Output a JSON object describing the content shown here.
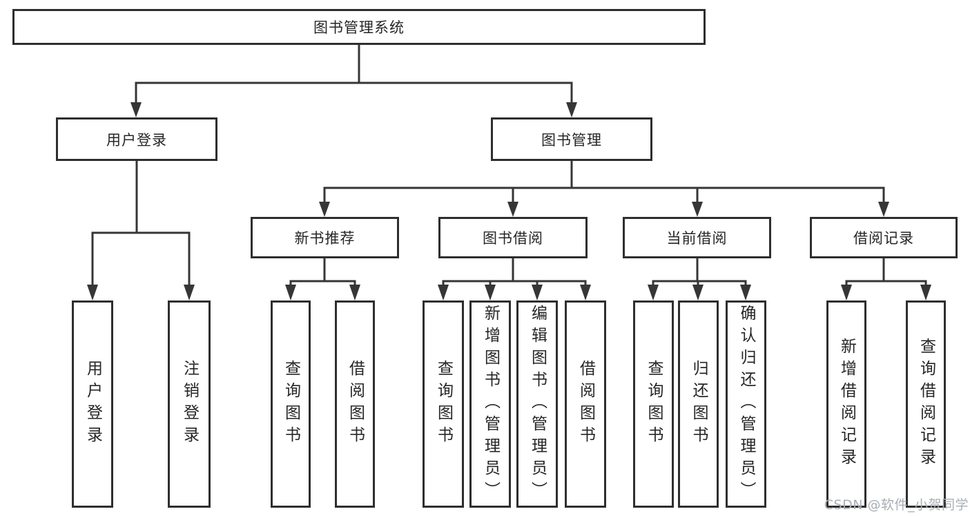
{
  "page": {
    "background": "#ffffff"
  },
  "colors": {
    "line": "#363636",
    "box_border": "#2e2e2e",
    "text": "#262626",
    "watermark": "#a9aeb4"
  },
  "watermark": {
    "text": "CSDN @软件_小贺同学"
  },
  "tree": {
    "root": {
      "label": "图书管理系统",
      "children": [
        {
          "label": "用户登录",
          "children": [
            {
              "label": "用户登录"
            },
            {
              "label": "注销登录"
            }
          ]
        },
        {
          "label": "图书管理",
          "children": [
            {
              "label": "新书推荐",
              "children": [
                {
                  "label": "查询图书"
                },
                {
                  "label": "借阅图书"
                }
              ]
            },
            {
              "label": "图书借阅",
              "children": [
                {
                  "label": "查询图书"
                },
                {
                  "label": "新增图书（管理员）"
                },
                {
                  "label": "编辑图书（管理员）"
                },
                {
                  "label": "借阅图书"
                }
              ]
            },
            {
              "label": "当前借阅",
              "children": [
                {
                  "label": "查询图书"
                },
                {
                  "label": "归还图书"
                },
                {
                  "label": "确认归还（管理员）"
                }
              ]
            },
            {
              "label": "借阅记录",
              "children": [
                {
                  "label": "新增借阅记录"
                },
                {
                  "label": "查询借阅记录"
                }
              ]
            }
          ]
        }
      ]
    }
  }
}
